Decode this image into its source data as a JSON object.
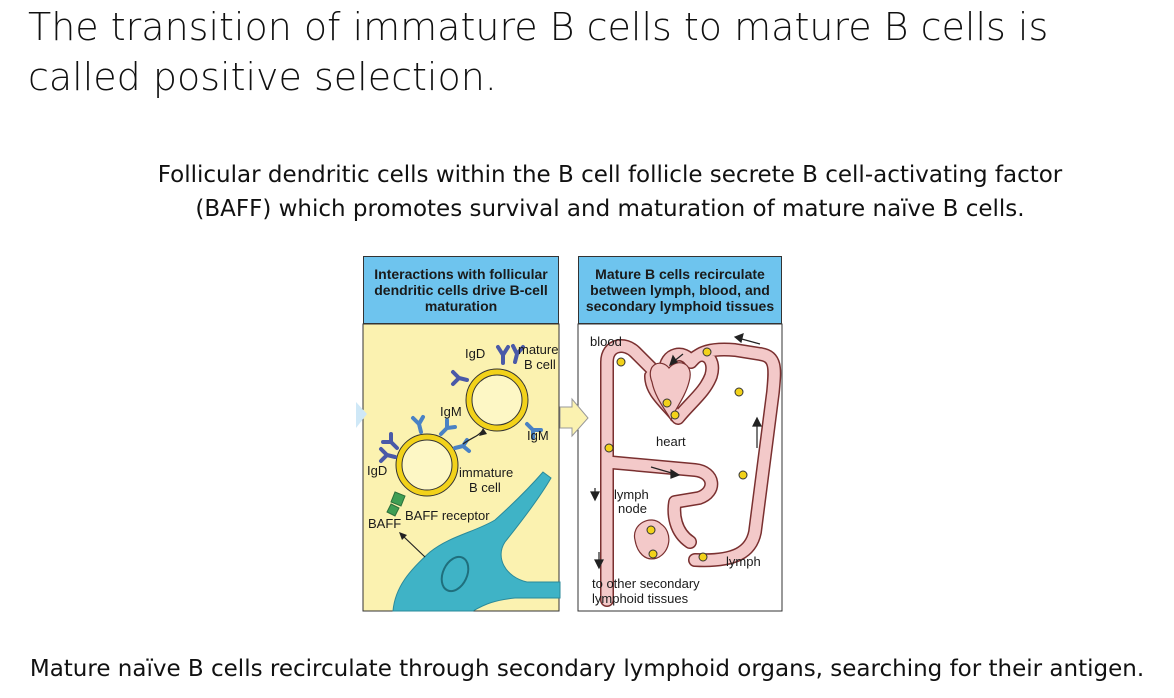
{
  "slide": {
    "title": "The transition of immature B cells to mature B cells is called positive selection.",
    "subtitle": "Follicular dendritic cells within the B cell follicle secrete B cell-activating factor (BAFF) which promotes survival and maturation of mature naïve B cells.",
    "footer": "Mature naïve B cells recirculate through secondary lymphoid organs, searching for their antigen."
  },
  "figure": {
    "left_panel": {
      "header": "Interactions with follicular dendritic cells drive B-cell maturation",
      "labels": {
        "igd_top": "IgD",
        "mature_cell": "mature",
        "mature_cell_2": "B cell",
        "igm_left": "IgM",
        "igm_right": "IgM",
        "igd_left": "IgD",
        "immature_cell": "immature",
        "immature_cell_2": "B cell",
        "baff_receptor": "BAFF receptor",
        "baff": "BAFF"
      },
      "colors": {
        "background": "#fbf2b0",
        "cell_ring": "#f2d21a",
        "fdc": "#3fb3c6"
      }
    },
    "right_panel": {
      "header": "Mature B cells recirculate between lymph, blood, and secondary lymphoid tissues",
      "labels": {
        "blood": "blood",
        "heart": "heart",
        "lymph_node": "lymph",
        "lymph_node_2": "node",
        "lymph": "lymph",
        "other_tissues": "to other secondary",
        "other_tissues_2": "lymphoid tissues"
      },
      "colors": {
        "vessel": "#f3c9c9",
        "vessel_outline": "#7a3030"
      }
    }
  }
}
